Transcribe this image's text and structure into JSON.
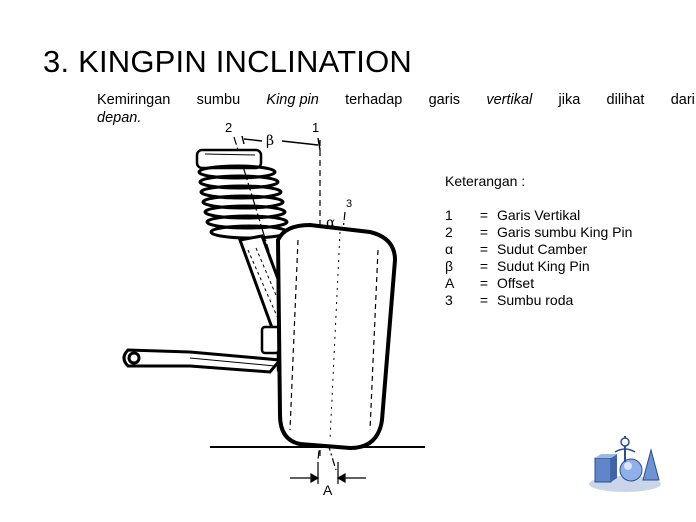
{
  "slide": {
    "title": "3. KINGPIN INCLINATION",
    "description": {
      "w1": "Kemiringan",
      "w2": "sumbu",
      "w3": "King",
      "w4": "pin",
      "w5": "terhadap",
      "w6": "garis",
      "w7": "vertikal",
      "w8": "jika",
      "w9": "dilihat",
      "w10": "dari",
      "line2": "depan."
    }
  },
  "diagram": {
    "label_2": "2",
    "label_1": "1",
    "label_beta": "β",
    "label_alpha": "α",
    "label_3": "3",
    "label_A": "A"
  },
  "legend": {
    "title": "Keterangan :",
    "items": [
      {
        "key": "1",
        "eq": "=",
        "text": "Garis Vertikal"
      },
      {
        "key": "2",
        "eq": "=",
        "text": "Garis sumbu King Pin"
      },
      {
        "key": "α",
        "eq": "=",
        "text": "Sudut Camber"
      },
      {
        "key": "β",
        "eq": "=",
        "text": "Sudut King Pin"
      },
      {
        "key": "A",
        "eq": "=",
        "text": "Offset"
      },
      {
        "key": "3",
        "eq": "=",
        "text": "Sumbu roda"
      }
    ]
  },
  "logo": {
    "icon": "education-logo-icon"
  }
}
